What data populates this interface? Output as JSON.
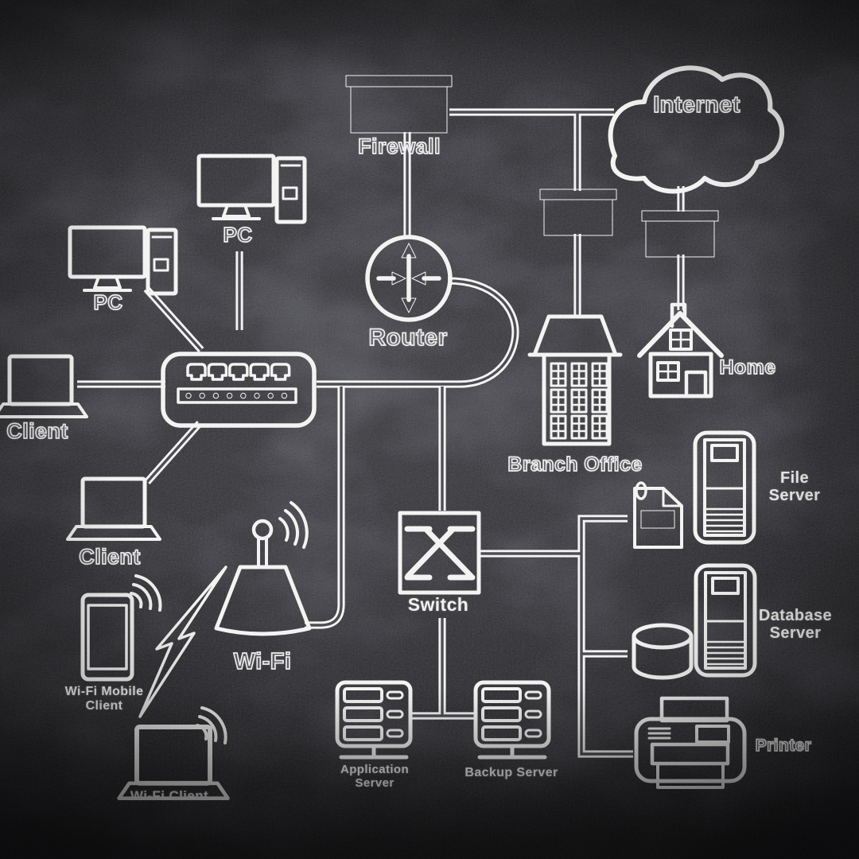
{
  "diagram": {
    "kind": "network-topology-chalkboard",
    "colors": {
      "chalk": "#f3f3f2",
      "background_center": "#63636b",
      "background_edge": "#2a2a2f"
    }
  },
  "nodes": {
    "firewall": {
      "label": "Firewall",
      "icon": "brick-wall-firewall-icon"
    },
    "internet": {
      "label": "Internet",
      "icon": "cloud-icon"
    },
    "router": {
      "label": "Router",
      "icon": "router-arrows-circle-icon"
    },
    "pc_top": {
      "label": "PC",
      "icon": "desktop-pc-icon"
    },
    "pc_left": {
      "label": "PC",
      "icon": "desktop-pc-icon"
    },
    "client_top": {
      "label": "Client",
      "icon": "laptop-icon"
    },
    "client_mid": {
      "label": "Client",
      "icon": "laptop-icon"
    },
    "hub": {
      "label": "",
      "icon": "ethernet-hub-icon"
    },
    "wifi_ap": {
      "label": "Wi-Fi",
      "icon": "wifi-access-point-icon"
    },
    "wifi_mobile_client": {
      "label_line1": "Wi-Fi Mobile",
      "label_line2": "Client",
      "icon": "smartphone-icon"
    },
    "wifi_client": {
      "label": "Wi-Fi Client",
      "icon": "laptop-wifi-icon"
    },
    "switch": {
      "label": "Switch",
      "icon": "switch-x-box-icon"
    },
    "branch_firewall": {
      "label": "",
      "icon": "brick-wall-firewall-icon"
    },
    "home_firewall": {
      "label": "",
      "icon": "brick-wall-firewall-icon"
    },
    "branch_office": {
      "label": "Branch Office",
      "icon": "office-building-icon"
    },
    "home": {
      "label": "Home",
      "icon": "house-icon"
    },
    "file_server": {
      "label_line1": "File",
      "label_line2": "Server",
      "icon": "tower-server-icon"
    },
    "database_server": {
      "label_line1": "Database",
      "label_line2": "Server",
      "icon": "tower-server-icon"
    },
    "file_document": {
      "label": "",
      "icon": "document-icon"
    },
    "database": {
      "label": "",
      "icon": "database-cylinder-icon"
    },
    "printer": {
      "label": "Printer",
      "icon": "printer-icon"
    },
    "application_server": {
      "label_line1": "Application",
      "label_line2": "Server",
      "icon": "rack-server-icon"
    },
    "backup_server": {
      "label": "Backup Server",
      "icon": "rack-server-icon"
    },
    "wireless_link": {
      "label": "",
      "icon": "lightning-bolt-icon"
    }
  }
}
